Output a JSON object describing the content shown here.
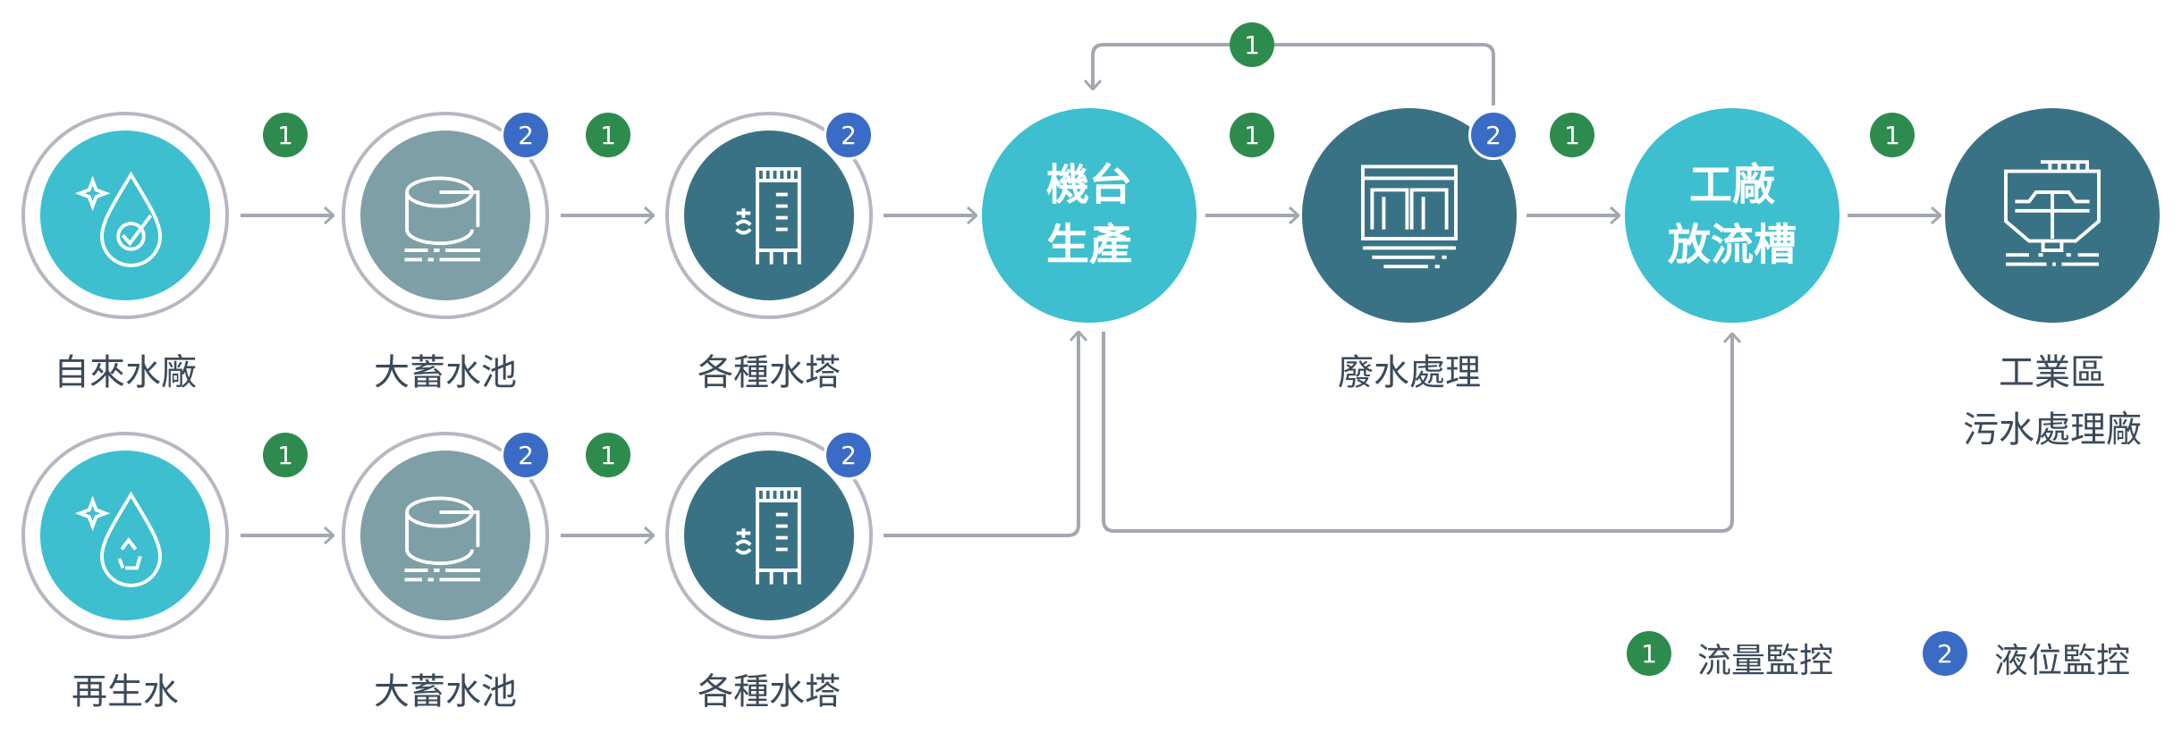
{
  "nodes": {
    "tap_water_plant": "自來水廠",
    "storage_pool_1": "大蓄水池",
    "water_tower_1": "各種水塔",
    "recycled_water": "再生水",
    "storage_pool_2": "大蓄水池",
    "water_tower_2": "各種水塔",
    "machine_production": [
      "機台",
      "生產"
    ],
    "wastewater_treatment": "廢水處理",
    "factory_discharge_tank": [
      "工廠",
      "放流槽"
    ],
    "industrial_sewage_plant": [
      "工業區",
      "污水處理廠"
    ]
  },
  "badges": {
    "flow": "1",
    "level": "2"
  },
  "legend": [
    {
      "badge": "1",
      "label": "流量監控",
      "color": "#2E8B4E"
    },
    {
      "badge": "2",
      "label": "液位監控",
      "color": "#3B6CC5"
    }
  ],
  "colors": {
    "cyan": "#3DBFCF",
    "grey": "#7E9FA6",
    "dark": "#3A7285",
    "arrow": "#A3A7B0",
    "text": "#3B4A5A"
  }
}
